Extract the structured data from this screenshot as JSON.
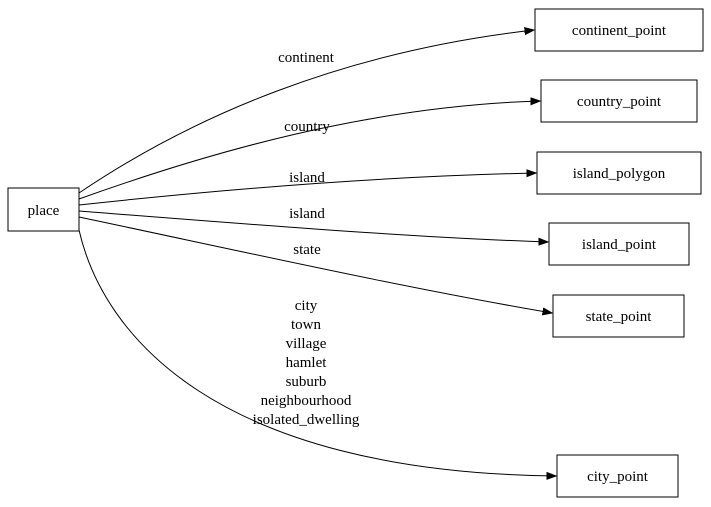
{
  "colors": {
    "background": "#ffffff",
    "line": "#000000",
    "text": "#000000",
    "node_fill": "#ffffff"
  },
  "diagram_type": "directed-graph",
  "nodes": {
    "place": "place",
    "continent_point": "continent_point",
    "country_point": "country_point",
    "island_polygon": "island_polygon",
    "island_point": "island_point",
    "state_point": "state_point",
    "city_point": "city_point"
  },
  "edges": [
    {
      "from": "place",
      "to": "continent_point",
      "label": "continent"
    },
    {
      "from": "place",
      "to": "country_point",
      "label": "country"
    },
    {
      "from": "place",
      "to": "island_polygon",
      "label": "island"
    },
    {
      "from": "place",
      "to": "island_point",
      "label": "island"
    },
    {
      "from": "place",
      "to": "state_point",
      "label": "state"
    },
    {
      "from": "place",
      "to": "city_point",
      "label_lines": [
        "city",
        "town",
        "village",
        "hamlet",
        "suburb",
        "neighbourhood",
        "isolated_dwelling"
      ]
    }
  ]
}
